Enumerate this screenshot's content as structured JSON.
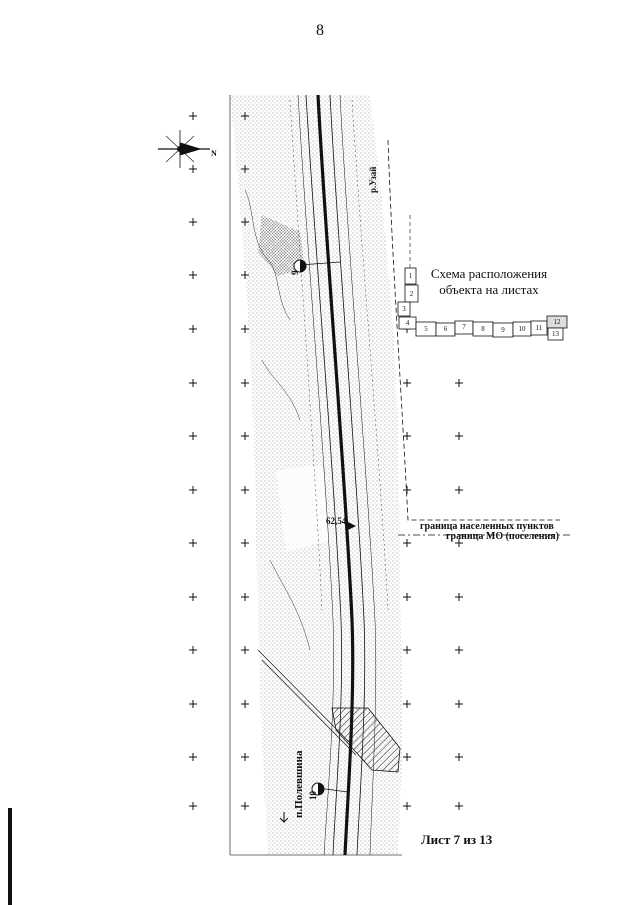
{
  "page": {
    "number": "8"
  },
  "schema": {
    "title_line1": "Схема расположения",
    "title_line2": "объекта на листах"
  },
  "sheet_label": "Лист 7 из 13",
  "boundaries": {
    "settlements": "граница населенных пунктов",
    "municipality": "граница МО (поселения)"
  },
  "map_labels": {
    "river": "р.Узай",
    "village": "п.Полевшина",
    "elevation": "62,54",
    "north": "N",
    "marker_a": "9",
    "marker_b": "10"
  },
  "sheet_numbers": [
    "1",
    "2",
    "3",
    "4",
    "5",
    "6",
    "7",
    "8",
    "9",
    "10",
    "11",
    "12",
    "13"
  ],
  "colors": {
    "ink": "#111111",
    "paper": "#ffffff",
    "stipple": "#8a8a8a"
  }
}
